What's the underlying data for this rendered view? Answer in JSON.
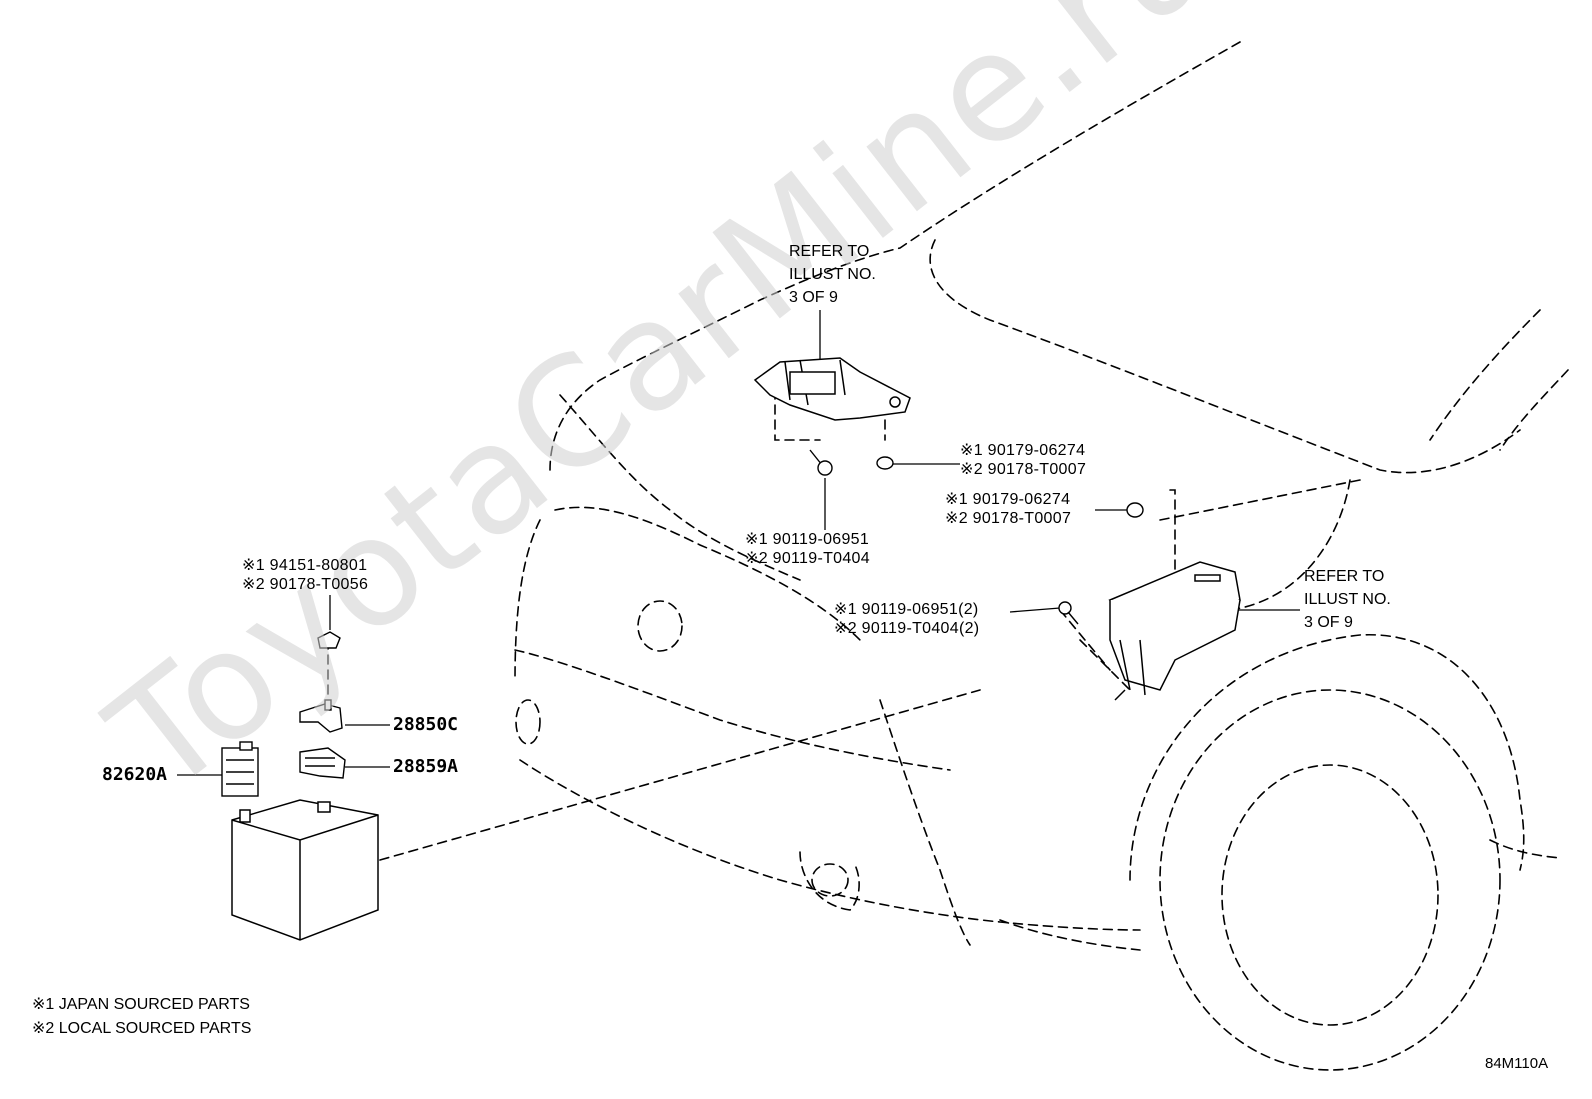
{
  "watermark": "ToyotaCarMine.ru",
  "references": {
    "upper": [
      "REFER TO",
      "ILLUST NO.",
      "3 OF 9"
    ],
    "right": [
      "REFER TO",
      "ILLUST NO.",
      "3 OF 9"
    ]
  },
  "callouts": {
    "nut_upper": [
      "※1 90179-06274",
      "※2 90178-T0007"
    ],
    "nut_right": [
      "※1 90179-06274",
      "※2 90178-T0007"
    ],
    "bolt_upper": [
      "※1 90119-06951",
      "※2 90119-T0404"
    ],
    "bolt_right": [
      "※1 90119-06951(2)",
      "※2 90119-T0404(2)"
    ],
    "clip_left": [
      "※1 94151-80801",
      "※2 90178-T0056"
    ]
  },
  "parts": {
    "p28850c": "28850C",
    "p28859a": "28859A",
    "p82620a": "82620A"
  },
  "legend": [
    "※1 JAPAN SOURCED PARTS",
    "※2 LOCAL SOURCED PARTS"
  ],
  "figure_code": "84M110A"
}
